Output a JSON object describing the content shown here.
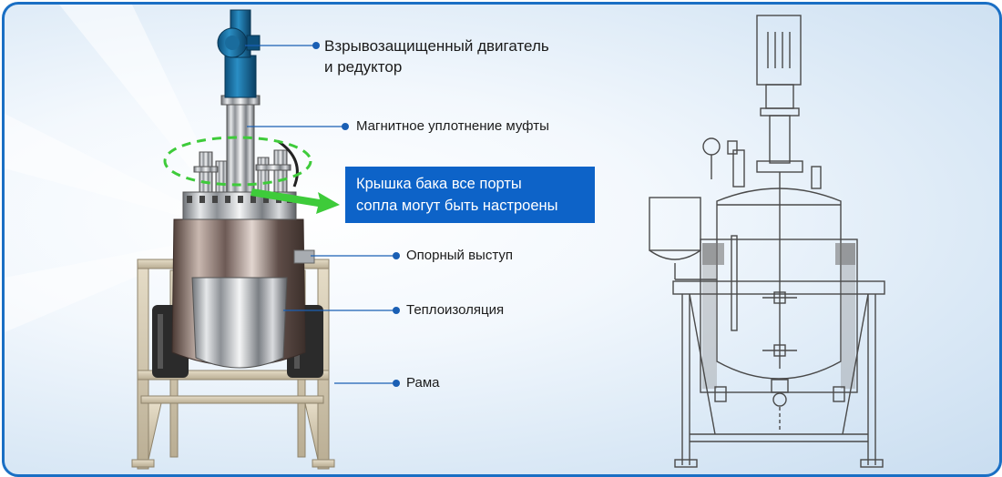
{
  "labels": {
    "motor_line1": "Взрывозащищенный двигатель",
    "motor_line2": "и редуктор",
    "magnetic_seal": "Магнитное уплотнение муфты",
    "lid_line1": "Крышка бака все порты",
    "lid_line2": "сопла могут быть настроены",
    "support_lug": "Опорный выступ",
    "insulation": "Теплоизоляция",
    "frame": "Рама"
  },
  "colors": {
    "border": "#1a6fc4",
    "callout_bg": "#0d63c8",
    "leader_line": "#1a5fb4",
    "highlight_dash": "#3ecb3a",
    "arrow": "#3ecb3a"
  }
}
